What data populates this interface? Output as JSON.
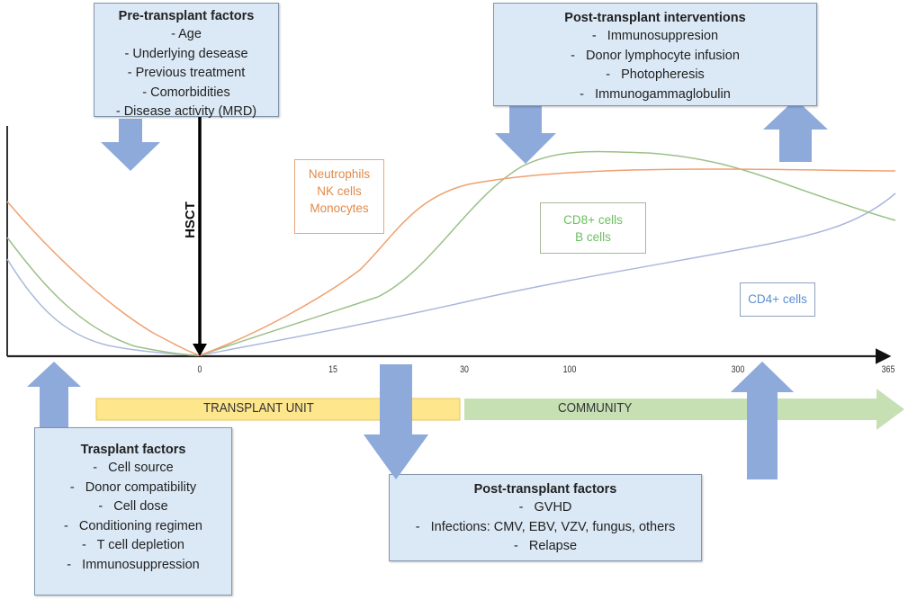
{
  "diagram": {
    "title": "Immune reconstitution after HSCT",
    "event_label": "HSCT",
    "timeline": {
      "ticks": [
        "0",
        "15",
        "30",
        "100",
        "300",
        "365"
      ]
    },
    "phases": [
      {
        "label": "TRANSPLANT UNIT",
        "color": "#fde68c"
      },
      {
        "label": "COMMUNITY",
        "color": "#c6e0b4"
      }
    ],
    "boxes": {
      "pre_transplant": {
        "title": "Pre-transplant factors",
        "items": [
          "- Age",
          "- Underlying desease",
          "- Previous treatment",
          "- Comorbidities",
          "- Disease activity (MRD)"
        ]
      },
      "post_interventions": {
        "title": "Post-transplant interventions",
        "items": [
          "-   Immunosuppresion",
          "-   Donor lymphocyte infusion",
          "-   Photopheresis",
          "-   Immunogammaglobulin"
        ]
      },
      "transplant": {
        "title": "Trasplant factors",
        "items": [
          "-   Cell source",
          "-   Donor compatibility",
          "-   Cell dose",
          "-   Conditioning regimen",
          "-   T cell depletion",
          "-   Immunosuppression"
        ]
      },
      "post_factors": {
        "title": "Post-transplant factors",
        "items": [
          "-   GVHD",
          "-   Infections: CMV, EBV, VZV, fungus, others",
          "-   Relapse"
        ]
      }
    },
    "legends": {
      "innate": {
        "lines": [
          "Neutrophils",
          "NK cells",
          "Monocytes"
        ],
        "color": "#e08a4a"
      },
      "cd8_b": {
        "lines": [
          "CD8+ cells",
          "B cells"
        ],
        "color": "#6abf5e"
      },
      "cd4": {
        "lines": [
          "CD4+ cells"
        ],
        "color": "#5b8fcf"
      }
    },
    "colors": {
      "arrow": "#8eaadb",
      "innate_curve": "#f0a070",
      "cd8_curve": "#9cc088",
      "cd4_curve": "#a9b8dc",
      "box_fill": "#dbe9f6"
    }
  }
}
